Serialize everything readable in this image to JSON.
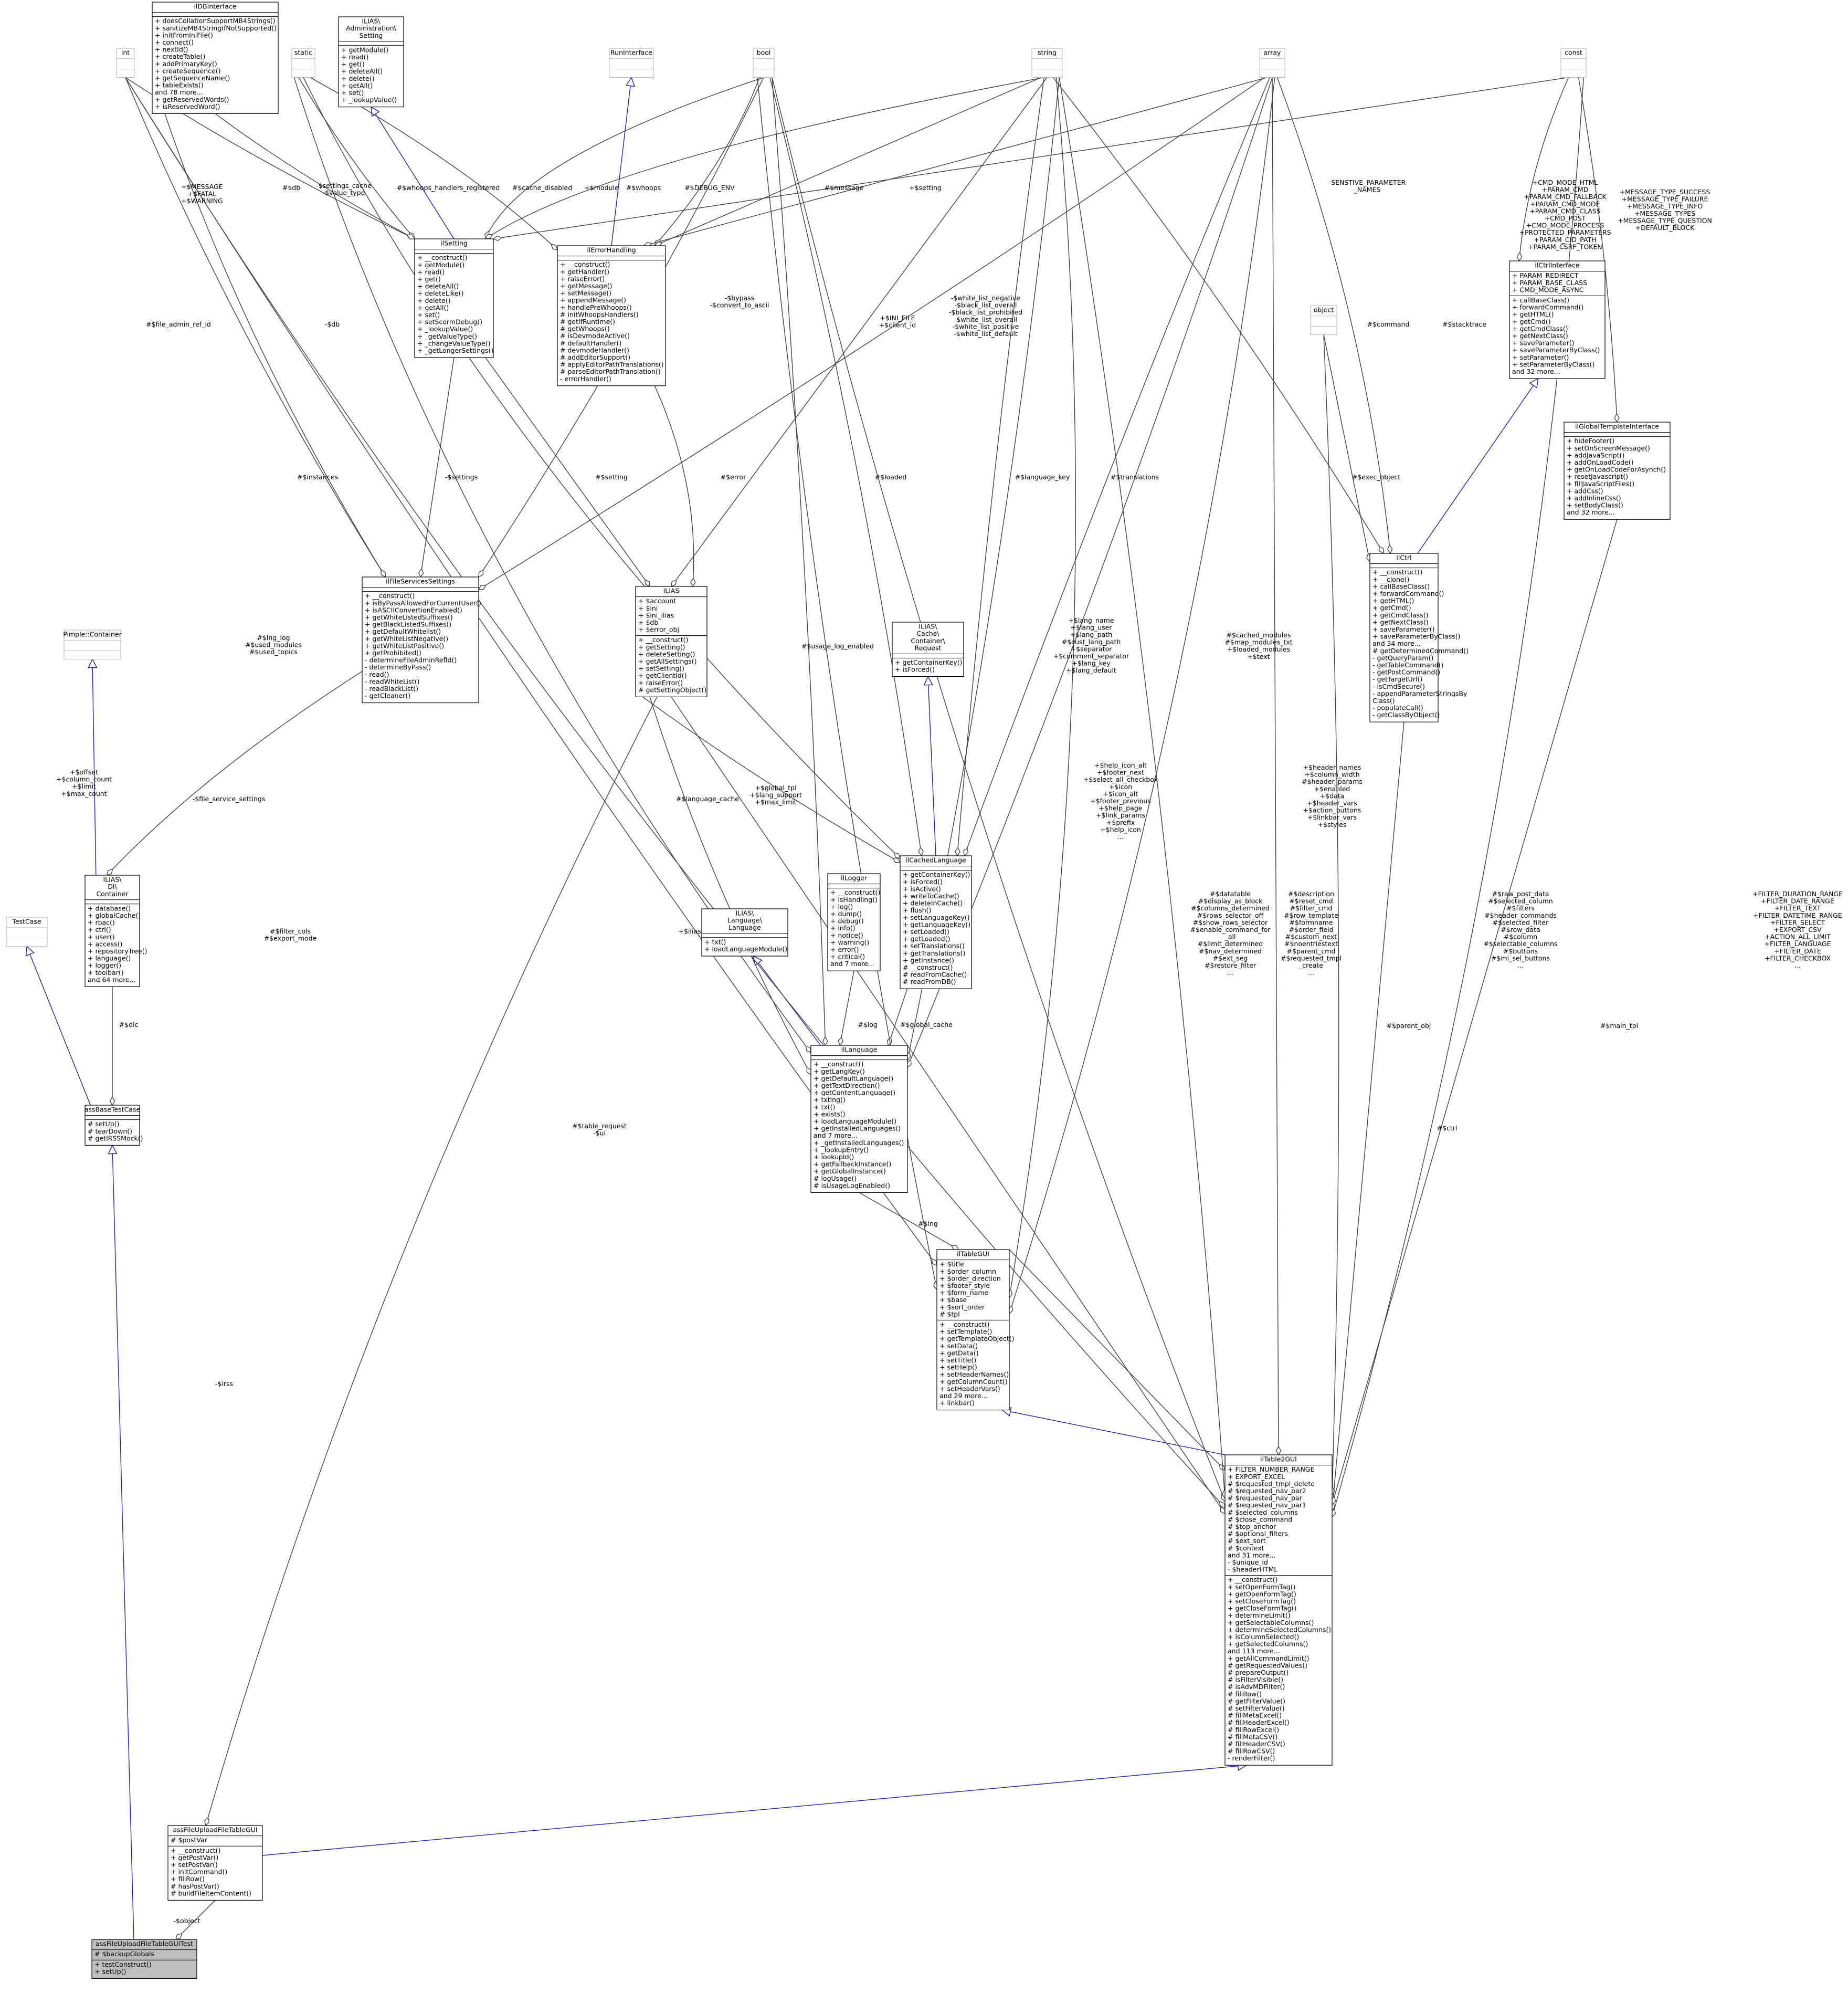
{
  "classes": [
    {
      "id": "ilDBInterface",
      "title": "ilDBInterface",
      "attrs": [],
      "methods": [
        "+ doesCollationSupportMB4Strings()",
        "+ sanitizeMB4StringIfNotSupported()",
        "+ initFromIniFile()",
        "+ connect()",
        "+ nextId()",
        "+ createTable()",
        "+ addPrimaryKey()",
        "+ createSequence()",
        "+ getSequenceName()",
        "+ tableExists()",
        "and 78 more...",
        "+ getReservedWords()",
        "+ isReservedWord()"
      ]
    },
    {
      "id": "int",
      "title": "int",
      "attrs": [],
      "methods": [],
      "stub": true
    },
    {
      "id": "static",
      "title": "static",
      "attrs": [],
      "methods": [],
      "stub": true
    },
    {
      "id": "adminSetting",
      "title": "ILIAS\\Administration\\Setting",
      "attrs": [],
      "methods": [
        "+ getModule()",
        "+ read()",
        "+ get()",
        "+ deleteAll()",
        "+ delete()",
        "+ getAll()",
        "+ set()",
        "+ _lookupValue()"
      ]
    },
    {
      "id": "RunInterface",
      "title": "RunInterface",
      "attrs": [],
      "methods": [],
      "stub": true
    },
    {
      "id": "bool",
      "title": "bool",
      "attrs": [],
      "methods": [],
      "stub": true
    },
    {
      "id": "string",
      "title": "string",
      "attrs": [],
      "methods": [],
      "stub": true
    },
    {
      "id": "array",
      "title": "array",
      "attrs": [],
      "methods": [],
      "stub": true
    },
    {
      "id": "const",
      "title": "const",
      "attrs": [],
      "methods": [],
      "stub": true
    },
    {
      "id": "ilSetting",
      "title": "ilSetting",
      "attrs": [],
      "methods": [
        "+ __construct()",
        "+ getModule()",
        "+ read()",
        "+ get()",
        "+ deleteAll()",
        "+ deleteLike()",
        "+ delete()",
        "+ getAll()",
        "+ set()",
        "+ setScormDebug()",
        "+ _lookupValue()",
        "+ _getValueType()",
        "+ _changeValueType()",
        "+ _getLongerSettings()"
      ]
    },
    {
      "id": "ilErrorHandling",
      "title": "ilErrorHandling",
      "attrs": [],
      "methods": [
        "+ __construct()",
        "+ getHandler()",
        "+ raiseError()",
        "+ getMessage()",
        "+ setMessage()",
        "+ appendMessage()",
        "+ handlePreWhoops()",
        "# initWhoopsHandlers()",
        "# getIfRuntime()",
        "# getWhoops()",
        "# isDevmodeActive()",
        "# defaultHandler()",
        "# devmodeHandler()",
        "# addEditorSupport()",
        "# applyEditorPathTranslations()",
        "# parseEditorPathTranslation()",
        "- errorHandler()"
      ]
    },
    {
      "id": "ilCtrlInterface",
      "title": "ilCtrlInterface",
      "attrs": [
        "+ PARAM_REDIRECT",
        "+ PARAM_BASE_CLASS",
        "+ CMD_MODE_ASYNC"
      ],
      "methods": [
        "+ callBaseClass()",
        "+ forwardCommand()",
        "+ getHTML()",
        "+ getCmd()",
        "+ getCmdClass()",
        "+ getNextClass()",
        "+ saveParameter()",
        "+ saveParameterByClass()",
        "+ setParameter()",
        "+ setParameterByClass()",
        "and 32 more..."
      ]
    },
    {
      "id": "object",
      "title": "object",
      "attrs": [],
      "methods": [],
      "stub": true
    },
    {
      "id": "ilGlobalTemplateInterface",
      "title": "ilGlobalTemplateInterface",
      "attrs": [],
      "methods": [
        "+ hideFooter()",
        "+ setOnScreenMessage()",
        "+ addJavaScript()",
        "+ addOnLoadCode()",
        "+ getOnLoadCodeForAsynch()",
        "+ resetJavascript()",
        "+ fillJavaScriptFiles()",
        "+ addCss()",
        "+ addInlineCss()",
        "+ setBodyClass()",
        "and 32 more..."
      ]
    },
    {
      "id": "ilCtrl",
      "title": "ilCtrl",
      "attrs": [],
      "methods": [
        "+ __construct()",
        "+ __clone()",
        "+ callBaseClass()",
        "+ forwardCommand()",
        "+ getHTML()",
        "+ getCmd()",
        "+ getCmdClass()",
        "+ getNextClass()",
        "+ saveParameter()",
        "+ saveParameterByClass()",
        "and 34 more...",
        "# getDeterminedCommand()",
        "- getQueryParam()",
        "- getTableCommand()",
        "- getPostCommand()",
        "- getTargetUrl()",
        "- isCmdSecure()",
        "- appendParameterStringsBy",
        "Class()",
        "- populateCall()",
        "- getClassByObject()"
      ]
    },
    {
      "id": "ilFileServicesSettings",
      "title": "ilFileServicesSettings",
      "attrs": [],
      "methods": [
        "+ __construct()",
        "+ isByPassAllowedForCurrentUser()",
        "+ isASCIIConvertionEnabled()",
        "+ getWhiteListedSuffixes()",
        "+ getBlackListedSuffixes()",
        "+ getDefaultWhitelist()",
        "+ getWhiteListNegative()",
        "+ getWhiteListPositive()",
        "+ getProhibited()",
        "- determineFileAdminRefId()",
        "- determineByPass()",
        "- read()",
        "- readWhiteList()",
        "- readBlackList()",
        "- getCleaner()"
      ]
    },
    {
      "id": "ILIAS",
      "title": "ILIAS",
      "attrs": [
        "+ $account",
        "+ $ini",
        "+ $ini_ilias",
        "+ $db",
        "+ $error_obj"
      ],
      "methods": [
        "+ __construct()",
        "+ getSetting()",
        "+ deleteSetting()",
        "+ getAllSettings()",
        "+ setSetting()",
        "+ getClientId()",
        "+ raiseError()",
        "# getSettingObject()"
      ]
    },
    {
      "id": "cacheRequest",
      "title": "ILIAS\\Cache\\Container\\Request",
      "attrs": [],
      "methods": [
        "+ getContainerKey()",
        "+ isForced()"
      ]
    },
    {
      "id": "pimple",
      "title": "Pimple::Container",
      "attrs": [],
      "methods": [],
      "stub": true
    },
    {
      "id": "diContainer",
      "title": "ILIAS\\DI\\Container",
      "attrs": [],
      "methods": [
        "+ database()",
        "+ globalCache()",
        "+ rbac()",
        "+ ctrl()",
        "+ user()",
        "+ access()",
        "+ repositoryTree()",
        "+ language()",
        "+ logger()",
        "+ toolbar()",
        "and 64 more..."
      ]
    },
    {
      "id": "TestCase",
      "title": "TestCase",
      "attrs": [],
      "methods": [],
      "stub": true
    },
    {
      "id": "ilCachedLanguage",
      "title": "ilCachedLanguage",
      "attrs": [],
      "methods": [
        "+ getContainerKey()",
        "+ isForced()",
        "+ isActive()",
        "+ writeToCache()",
        "+ deleteInCache()",
        "+ flush()",
        "+ setLanguageKey()",
        "+ getLanguageKey()",
        "+ setLoaded()",
        "+ getLoaded()",
        "+ setTranslations()",
        "+ getTranslations()",
        "+ getInstance()",
        "# __construct()",
        "# readFromCache()",
        "# readFromDB()"
      ]
    },
    {
      "id": "ilLogger",
      "title": "ilLogger",
      "attrs": [],
      "methods": [
        "+ __construct()",
        "+ isHandling()",
        "+ log()",
        "+ dump()",
        "+ debug()",
        "+ info()",
        "+ notice()",
        "+ warning()",
        "+ error()",
        "+ critical()",
        "and 7 more..."
      ]
    },
    {
      "id": "langLanguage",
      "title": "ILIAS\\Language\\Language",
      "attrs": [],
      "methods": [
        "+ txt()",
        "+ loadLanguageModule()"
      ]
    },
    {
      "id": "assBaseTestCase",
      "title": "assBaseTestCase",
      "attrs": [],
      "methods": [
        "# setUp()",
        "# tearDown()",
        "# getIRSSMock()"
      ]
    },
    {
      "id": "ilLanguage",
      "title": "ilLanguage",
      "attrs": [],
      "methods": [
        "+ __construct()",
        "+ getLangKey()",
        "+ getDefaultLanguage()",
        "+ getTextDirection()",
        "+ getContentLanguage()",
        "+ txtlng()",
        "+ txt()",
        "+ exists()",
        "+ loadLanguageModule()",
        "+ getInstalledLanguages()",
        "and 7 more...",
        "+ _getInstalledLanguages()",
        "+ _lookupEntry()",
        "+ lookupId()",
        "+ getFallbackInstance()",
        "+ getGlobalInstance()",
        "# logUsage()",
        "# isUsageLogEnabled()"
      ]
    },
    {
      "id": "ilTableGUI",
      "title": "ilTableGUI",
      "attrs": [
        "+ $title",
        "+ $order_column",
        "+ $order_direction",
        "+ $footer_style",
        "+ $form_name",
        "+ $base",
        "+ $sort_order",
        "# $tpl"
      ],
      "methods": [
        "+ __construct()",
        "+ setTemplate()",
        "+ getTemplateObject()",
        "+ setData()",
        "+ getData()",
        "+ setTitle()",
        "+ setHelp()",
        "+ setHeaderNames()",
        "+ getColumnCount()",
        "+ setHeaderVars()",
        "and 29 more...",
        "+ linkbar()"
      ]
    },
    {
      "id": "ilTable2GUI",
      "title": "ilTable2GUI",
      "attrs": [
        "+ FILTER_NUMBER_RANGE",
        "+ EXPORT_EXCEL",
        "# $requested_tmpl_delete",
        "# $requested_nav_par2",
        "# $requested_nav_par",
        "# $requested_nav_par1",
        "# $selected_columns",
        "# $close_command",
        "# $top_anchor",
        "# $optional_filters",
        "# $ext_sort",
        "# $context",
        "and 31 more...",
        "- $unique_id",
        "- $headerHTML"
      ],
      "methods": [
        "+ __construct()",
        "+ setOpenFormTag()",
        "+ getOpenFormTag()",
        "+ setCloseFormTag()",
        "+ getCloseFormTag()",
        "+ determineLimit()",
        "+ getSelectableColumns()",
        "+ determineSelectedColumns()",
        "+ isColumnSelected()",
        "+ getSelectedColumns()",
        "and 113 more...",
        "+ getAllCommandLimit()",
        "# getRequestedValues()",
        "# prepareOutput()",
        "# isFilterVisible()",
        "# isAdvMDFilter()",
        "# fillRow()",
        "# getFilterValue()",
        "# setFilterValue()",
        "# fillMetaExcel()",
        "# fillHeaderExcel()",
        "# fillRowExcel()",
        "# fillMetaCSV()",
        "# fillHeaderCSV()",
        "# fillRowCSV()",
        "- renderFilter()"
      ]
    },
    {
      "id": "assFileUploadFileTableGUI",
      "title": "assFileUploadFileTableGUI",
      "attrs": [
        "# $postVar"
      ],
      "methods": [
        "+ __construct()",
        "+ getPostVar()",
        "+ setPostVar()",
        "+ initCommand()",
        "+ fillRow()",
        "# hasPostVar()",
        "# buildFileItemContent()"
      ]
    },
    {
      "id": "assTest",
      "title": "assFileUploadFileTableGUITest",
      "attrs": [
        "# $backupGlobals"
      ],
      "methods": [
        "+ testConstruct()",
        "+ setUp()"
      ],
      "highlight": true
    }
  ],
  "edge_labels": [
    {
      "id": "l1",
      "lines": [
        "+$MESSAGE",
        "+$FATAL",
        "+$WARNING"
      ]
    },
    {
      "id": "l2",
      "lines": [
        "#$db"
      ]
    },
    {
      "id": "l3",
      "lines": [
        "-$settings_cache",
        "-$value_type"
      ]
    },
    {
      "id": "l4",
      "lines": [
        "#$whoops_handlers_registered"
      ]
    },
    {
      "id": "l5",
      "lines": [
        "#$cache_disabled"
      ]
    },
    {
      "id": "l6",
      "lines": [
        "+$module"
      ]
    },
    {
      "id": "l7",
      "lines": [
        "#$whoops"
      ]
    },
    {
      "id": "l8",
      "lines": [
        "#$DEBUG_ENV"
      ]
    },
    {
      "id": "l9",
      "lines": [
        "#$message"
      ]
    },
    {
      "id": "l10",
      "lines": [
        "+$setting"
      ]
    },
    {
      "id": "l11",
      "lines": [
        "-SENSTIVE_PARAMETER",
        "_NAMES"
      ]
    },
    {
      "id": "l12",
      "lines": [
        "+CMD_MODE_HTML",
        "+PARAM_CMD",
        "+PARAM_CMD_FALLBACK",
        "+PARAM_CMD_MODE",
        "+PARAM_CMD_CLASS",
        "+CMD_POST",
        "+CMD_MODE_PROCESS",
        "+PROTECTED_PARAMETERS",
        "+PARAM_CID_PATH",
        "+PARAM_CSRF_TOKEN"
      ]
    },
    {
      "id": "l13",
      "lines": [
        "+MESSAGE_TYPE_SUCCESS",
        "+MESSAGE_TYPE_FAILURE",
        "+MESSAGE_TYPE_INFO",
        "+MESSAGE_TYPES",
        "+MESSAGE_TYPE_QUESTION",
        "+DEFAULT_BLOCK"
      ]
    },
    {
      "id": "l14",
      "lines": [
        "#$file_admin_ref_id"
      ]
    },
    {
      "id": "l15",
      "lines": [
        "-$db"
      ]
    },
    {
      "id": "l16",
      "lines": [
        "-$bypass",
        "-$convert_to_ascii"
      ]
    },
    {
      "id": "l17",
      "lines": [
        "+$INI_FILE",
        "+$client_id"
      ]
    },
    {
      "id": "l18",
      "lines": [
        "-$white_list_negative",
        "-$black_list_overall",
        "-$black_list_prohibited",
        "-$white_list_overall",
        "-$white_list_positive",
        "-$white_list_default"
      ]
    },
    {
      "id": "l19",
      "lines": [
        "#$command"
      ]
    },
    {
      "id": "l20",
      "lines": [
        "#$stacktrace"
      ]
    },
    {
      "id": "l21",
      "lines": [
        "#$instances"
      ]
    },
    {
      "id": "l22",
      "lines": [
        "-$settings"
      ]
    },
    {
      "id": "l23",
      "lines": [
        "#$setting"
      ]
    },
    {
      "id": "l24",
      "lines": [
        "#$error"
      ]
    },
    {
      "id": "l25",
      "lines": [
        "#$loaded"
      ]
    },
    {
      "id": "l26",
      "lines": [
        "#$language_key"
      ]
    },
    {
      "id": "l27",
      "lines": [
        "#$translations"
      ]
    },
    {
      "id": "l28",
      "lines": [
        "#$exec_object"
      ]
    },
    {
      "id": "l29",
      "lines": [
        "#$lng_log",
        "#$used_modules",
        "#$used_topics"
      ]
    },
    {
      "id": "l30",
      "lines": [
        "#$usage_log_enabled"
      ]
    },
    {
      "id": "l31",
      "lines": [
        "+$lang_name",
        "+$lang_user",
        "+$lang_path",
        "#$cust_lang_path",
        "+$separator",
        "+$comment_separator",
        "+$lang_key",
        "+$lang_default"
      ]
    },
    {
      "id": "l32",
      "lines": [
        "#$cached_modules",
        "#$map_modules_txt",
        "+$loaded_modules",
        "+$text"
      ]
    },
    {
      "id": "l33",
      "lines": [
        "+$offset",
        "+$column_count",
        "+$limit",
        "+$max_count"
      ]
    },
    {
      "id": "l34",
      "lines": [
        "-$file_service_settings"
      ]
    },
    {
      "id": "l35",
      "lines": [
        "+$global_tpl",
        "+$lang_support",
        "+$max_limit"
      ]
    },
    {
      "id": "l36",
      "lines": [
        "#$language_cache"
      ]
    },
    {
      "id": "l37",
      "lines": [
        "+$help_icon_alt",
        "+$footer_next",
        "+$select_all_checkbox",
        "+$icon",
        "+$icon_alt",
        "+$footer_previous",
        "+$help_page",
        "+$link_params",
        "+$prefix",
        "+$help_icon",
        "..."
      ]
    },
    {
      "id": "l38",
      "lines": [
        "+$header_names",
        "+$column_width",
        "#$header_params",
        "+$enabled",
        "+$data",
        "+$header_vars",
        "+$action_buttons",
        "+$linkbar_vars",
        "+$styles"
      ]
    },
    {
      "id": "l39",
      "lines": [
        "#$datatable",
        "#$display_as_block",
        "#$columns_determined",
        "#$rows_selector_off",
        "#$show_rows_selector",
        "#$enable_command_for",
        "_all",
        "#$limit_determined",
        "#$nav_determined",
        "#$ext_seg",
        "#$restore_filter",
        "..."
      ]
    },
    {
      "id": "l40",
      "lines": [
        "#$description",
        "#$reset_cmd",
        "#$filter_cmd",
        "#$row_template",
        "#$formname",
        "#$order_field",
        "#$custom_next",
        "#$noentriestext",
        "#$parent_cmd",
        "#$requested_tmpl",
        "_create",
        "..."
      ]
    },
    {
      "id": "l41",
      "lines": [
        "#$raw_post_data",
        "#$selected_column",
        "#$filters",
        "#$header_commands",
        "#$selected_filter",
        "#$row_data",
        "#$column",
        "#$selectable_columns",
        "#$buttons",
        "#$mi_sel_buttons",
        "..."
      ]
    },
    {
      "id": "l42",
      "lines": [
        "+FILTER_DURATION_RANGE",
        "+FILTER_DATE_RANGE",
        "+FILTER_TEXT",
        "+FILTER_DATETIME_RANGE",
        "+FILTER_SELECT",
        "+EXPORT_CSV",
        "+ACTION_ALL_LIMIT",
        "+FILTER_LANGUAGE",
        "+FILTER_DATE",
        "+FILTER_CHECKBOX",
        "..."
      ]
    },
    {
      "id": "l43",
      "lines": [
        "#$filter_cols",
        "#$export_mode"
      ]
    },
    {
      "id": "l44",
      "lines": [
        "+$ilias"
      ]
    },
    {
      "id": "l45",
      "lines": [
        "#$dic"
      ]
    },
    {
      "id": "l46",
      "lines": [
        "#$log"
      ]
    },
    {
      "id": "l47",
      "lines": [
        "#$global_cache"
      ]
    },
    {
      "id": "l48",
      "lines": [
        "#$table_request",
        "-$ui"
      ]
    },
    {
      "id": "l49",
      "lines": [
        "-$irss"
      ]
    },
    {
      "id": "l50",
      "lines": [
        "#$lng"
      ]
    },
    {
      "id": "l51",
      "lines": [
        "#$parent_obj"
      ]
    },
    {
      "id": "l52",
      "lines": [
        "#$ctrl"
      ]
    },
    {
      "id": "l53",
      "lines": [
        "#$main_tpl"
      ]
    },
    {
      "id": "l54",
      "lines": [
        "-$object"
      ]
    }
  ]
}
